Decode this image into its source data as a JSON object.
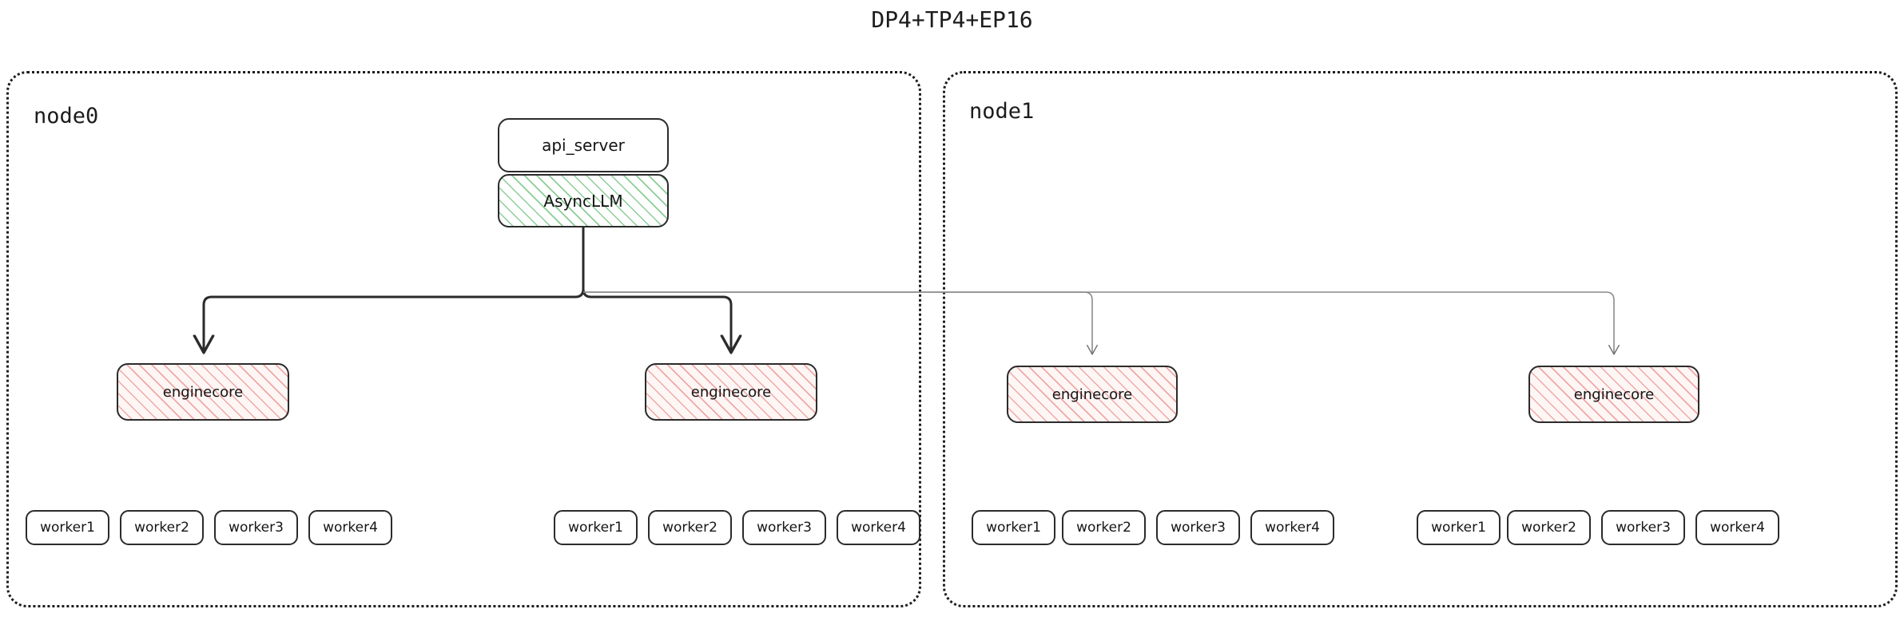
{
  "title": "DP4+TP4+EP16",
  "colors": {
    "stroke_dark": "#2b2b2b",
    "stroke_light": "#7a7a7a",
    "hatch_green": "#76c484",
    "hatch_pink": "#eb9691",
    "text": "#151515",
    "container_border": "#1d1d1d",
    "background": "#ffffff"
  },
  "nodes": [
    {
      "id": "node0",
      "label": "node0",
      "api_server": {
        "label": "api_server"
      },
      "async_llm": {
        "label": "AsyncLLM"
      },
      "enginecores": [
        {
          "label": "enginecore",
          "workers": [
            "worker1",
            "worker2",
            "worker3",
            "worker4"
          ]
        },
        {
          "label": "enginecore",
          "workers": [
            "worker1",
            "worker2",
            "worker3",
            "worker4"
          ]
        }
      ]
    },
    {
      "id": "node1",
      "label": "node1",
      "enginecores": [
        {
          "label": "enginecore",
          "workers": [
            "worker1",
            "worker2",
            "worker3",
            "worker4"
          ]
        },
        {
          "label": "enginecore",
          "workers": [
            "worker1",
            "worker2",
            "worker3",
            "worker4"
          ]
        }
      ]
    }
  ],
  "edges": {
    "description": "AsyncLLM fans out to four enginecore blocks; two local on node0 drawn with dark arrows, two remote on node1 drawn with thin light-gray arrows"
  }
}
